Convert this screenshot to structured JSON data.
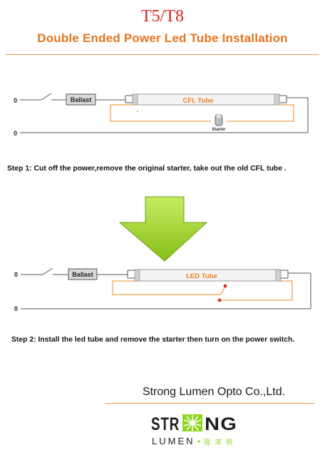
{
  "header": {
    "title": "T5/T8",
    "subtitle": "Double Ended Power Led Tube Installation"
  },
  "diagram1": {
    "ballast_label": "Ballast",
    "tube_label": "CFL Tube",
    "starter_label": "Starter",
    "terminal_top": "0",
    "terminal_bottom": "0"
  },
  "step1": {
    "text": "Step 1: Cut off the power,remove the original starter, take out the old CFL tube ."
  },
  "diagram2": {
    "ballast_label": "Ballast",
    "tube_label": "LED Tube",
    "terminal_top": "0",
    "terminal_bottom": "0"
  },
  "step2": {
    "text": "Step 2: Install the led tube and remove the starter then turn on the power switch."
  },
  "footer": {
    "company": "Strong Lumen Opto Co.,Ltd.",
    "logo_text_top": "STRONG",
    "logo_text_bottom": "LUMEN",
    "logo_text_cn": "强 流 明"
  },
  "colors": {
    "title": "#e01e1e",
    "subtitle": "#e8731c",
    "wire_orange": "#f0a050",
    "led_dot": "#e0301e",
    "arrow": "#9bd21e"
  }
}
